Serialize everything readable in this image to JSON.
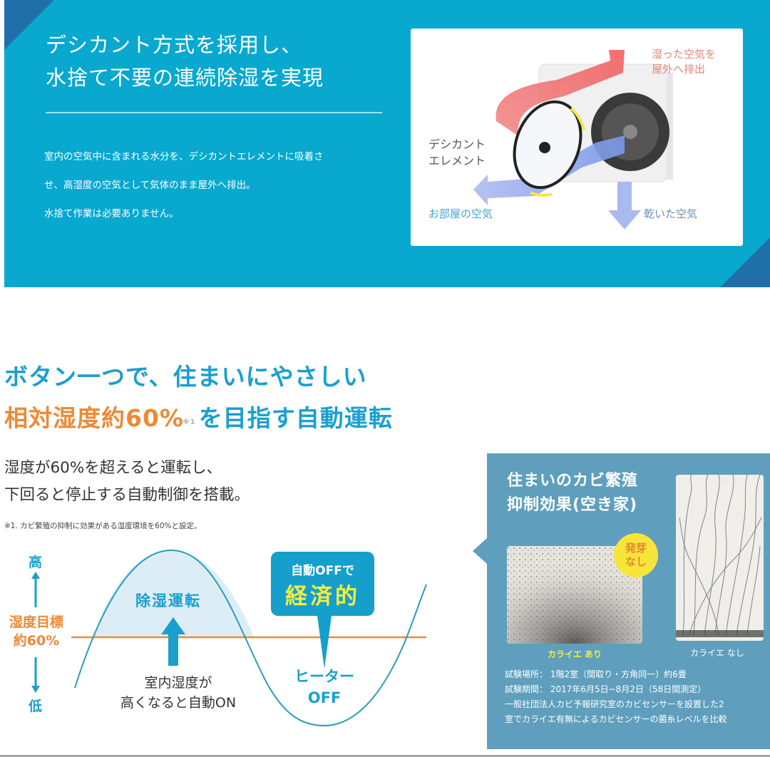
{
  "top_section": {
    "title_lines": [
      "デシカント方式を採用し、",
      "水捨て不要の連続除湿を実現"
    ],
    "body_lines": [
      "室内の空気中に含まれる水分を、デシカントエレメントに吸着さ",
      "せ、高湿度の空気として気体のまま屋外へ排出。",
      "水捨て作業は必要ありません。"
    ],
    "diagram": {
      "moist_air_lines": [
        "湿った空気を",
        "屋外へ排出"
      ],
      "element_lines": [
        "デシカント",
        "エレメント"
      ],
      "room_air": "お部屋の空気",
      "dry_air": "乾いた空気"
    },
    "colors": {
      "background": "#08a8cf",
      "corner": "#1f70a8"
    }
  },
  "headline": {
    "line1": "ボタン一つで、住まいにやさしい",
    "line2_orange": "相対湿度約60%",
    "line2_sup": "※1",
    "line2_blue": "を目指す自動運転"
  },
  "description": {
    "lines": [
      "湿度が60%を超えると運転し、",
      "下回ると停止する自動制御を搭載。"
    ],
    "footnote": "※1. カビ繁殖の抑制に効果がある湿度環境を60%と設定。"
  },
  "humidity_diagram": {
    "axis_high": "高",
    "axis_low": "低",
    "target_lines": [
      "湿度目標",
      "約60%"
    ],
    "dehumidify_label": "除湿運転",
    "auto_on_lines": [
      "室内湿度が",
      "高くなると自動ON"
    ],
    "bubble_line1": "自動OFFで",
    "bubble_line2": "経済的",
    "heater_off_lines": [
      "ヒーター",
      "OFF"
    ],
    "colors": {
      "curve": "#2a9cb8",
      "target_line": "#ec8a36",
      "fill": "#dcedf6"
    }
  },
  "mold_panel": {
    "title_lines": [
      "住まいのカビ繁殖",
      "抑制効果(空き家)"
    ],
    "badge_lines": [
      "発芽",
      "なし"
    ],
    "caption_with": "カライエ あり",
    "caption_without": "カライエ なし",
    "notes": [
      "試験場所： 1階2室（間取り・方角同一）約6畳",
      "試験期間： 2017年6月5日~8月2日（58日間測定）",
      "一般社団法人カビ予報研究室のカビセンサーを設置した2",
      "室でカライエ有無によるカビセンサーの菌糸レベルを比較"
    ],
    "colors": {
      "background": "#5f9fbd",
      "badge": "#f8e53a"
    }
  }
}
